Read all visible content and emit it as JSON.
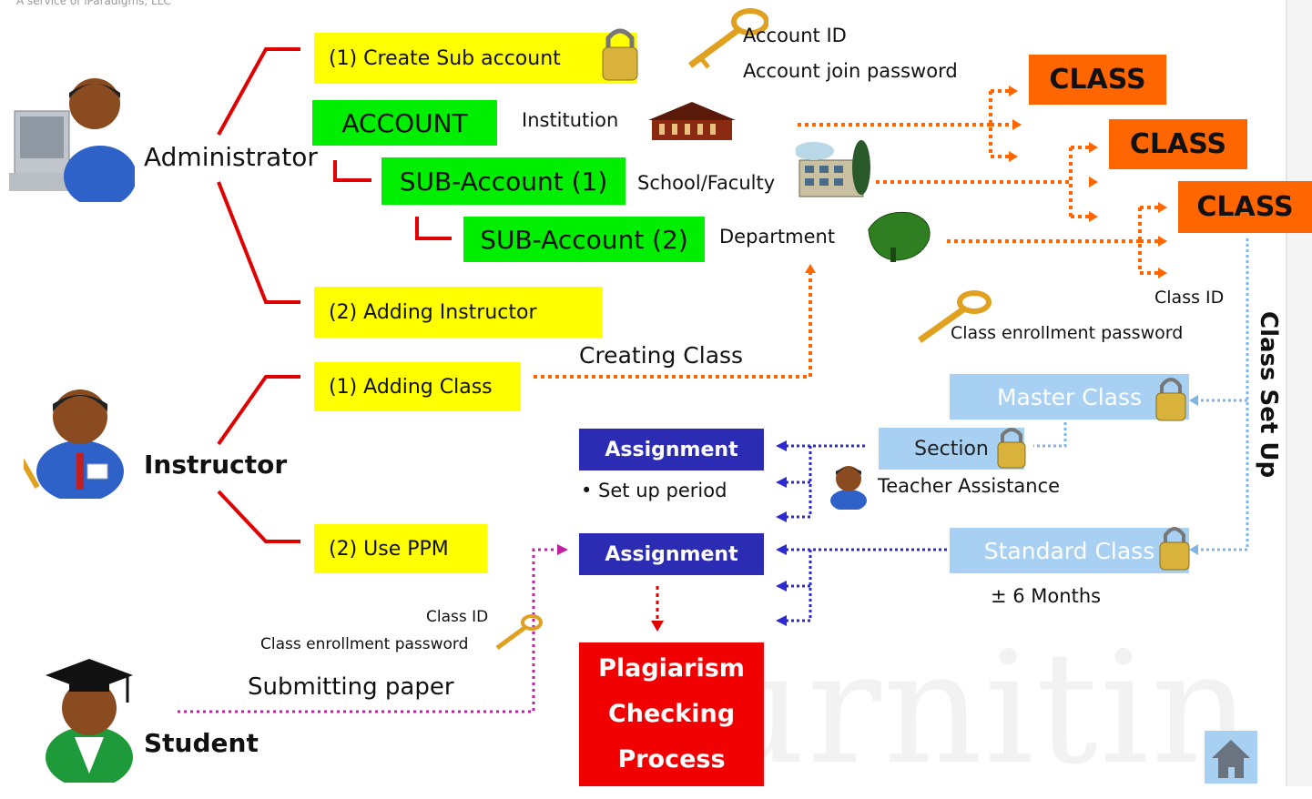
{
  "header_text": "A service of iParadigms, LLC",
  "roles": {
    "administrator": "Administrator",
    "instructor": "Instructor",
    "student": "Student"
  },
  "admin": {
    "create_sub": "(1) Create Sub account",
    "adding_instructor": "(2) Adding Instructor",
    "account": "ACCOUNT",
    "sub1": "SUB-Account (1)",
    "sub2": "SUB-Account (2)",
    "institution": "Institution",
    "school": "School/Faculty",
    "department": "Department",
    "account_id": "Account ID",
    "account_join_password": "Account join password"
  },
  "classes": [
    "CLASS",
    "CLASS",
    "CLASS"
  ],
  "class_info": {
    "class_id": "Class ID",
    "enroll_password": "Class enrollment password",
    "setup": "Class Set Up"
  },
  "instructor": {
    "adding_class": "(1) Adding Class",
    "use_ppm": "(2) Use PPM",
    "creating_class": "Creating Class"
  },
  "assignments": {
    "a1": "Assignment",
    "setup_period": "• Set up period",
    "a2": "Assignment",
    "ta": "Teacher Assistance"
  },
  "class_types": {
    "master": "Master Class",
    "section": "Section",
    "standard": "Standard Class",
    "months": "± 6 Months"
  },
  "student": {
    "class_id": "Class ID",
    "enroll_password": "Class enrollment password",
    "submitting": "Submitting paper"
  },
  "process": [
    "Plagiarism",
    "Checking",
    "Process"
  ],
  "watermark": "urnitin",
  "colors": {
    "yellow": "#ffff00",
    "green": "#00ee00",
    "orange": "#ff6600",
    "assignment": "#2b2bb3",
    "lightblue": "#a7d0f2",
    "red": "#f00000"
  }
}
